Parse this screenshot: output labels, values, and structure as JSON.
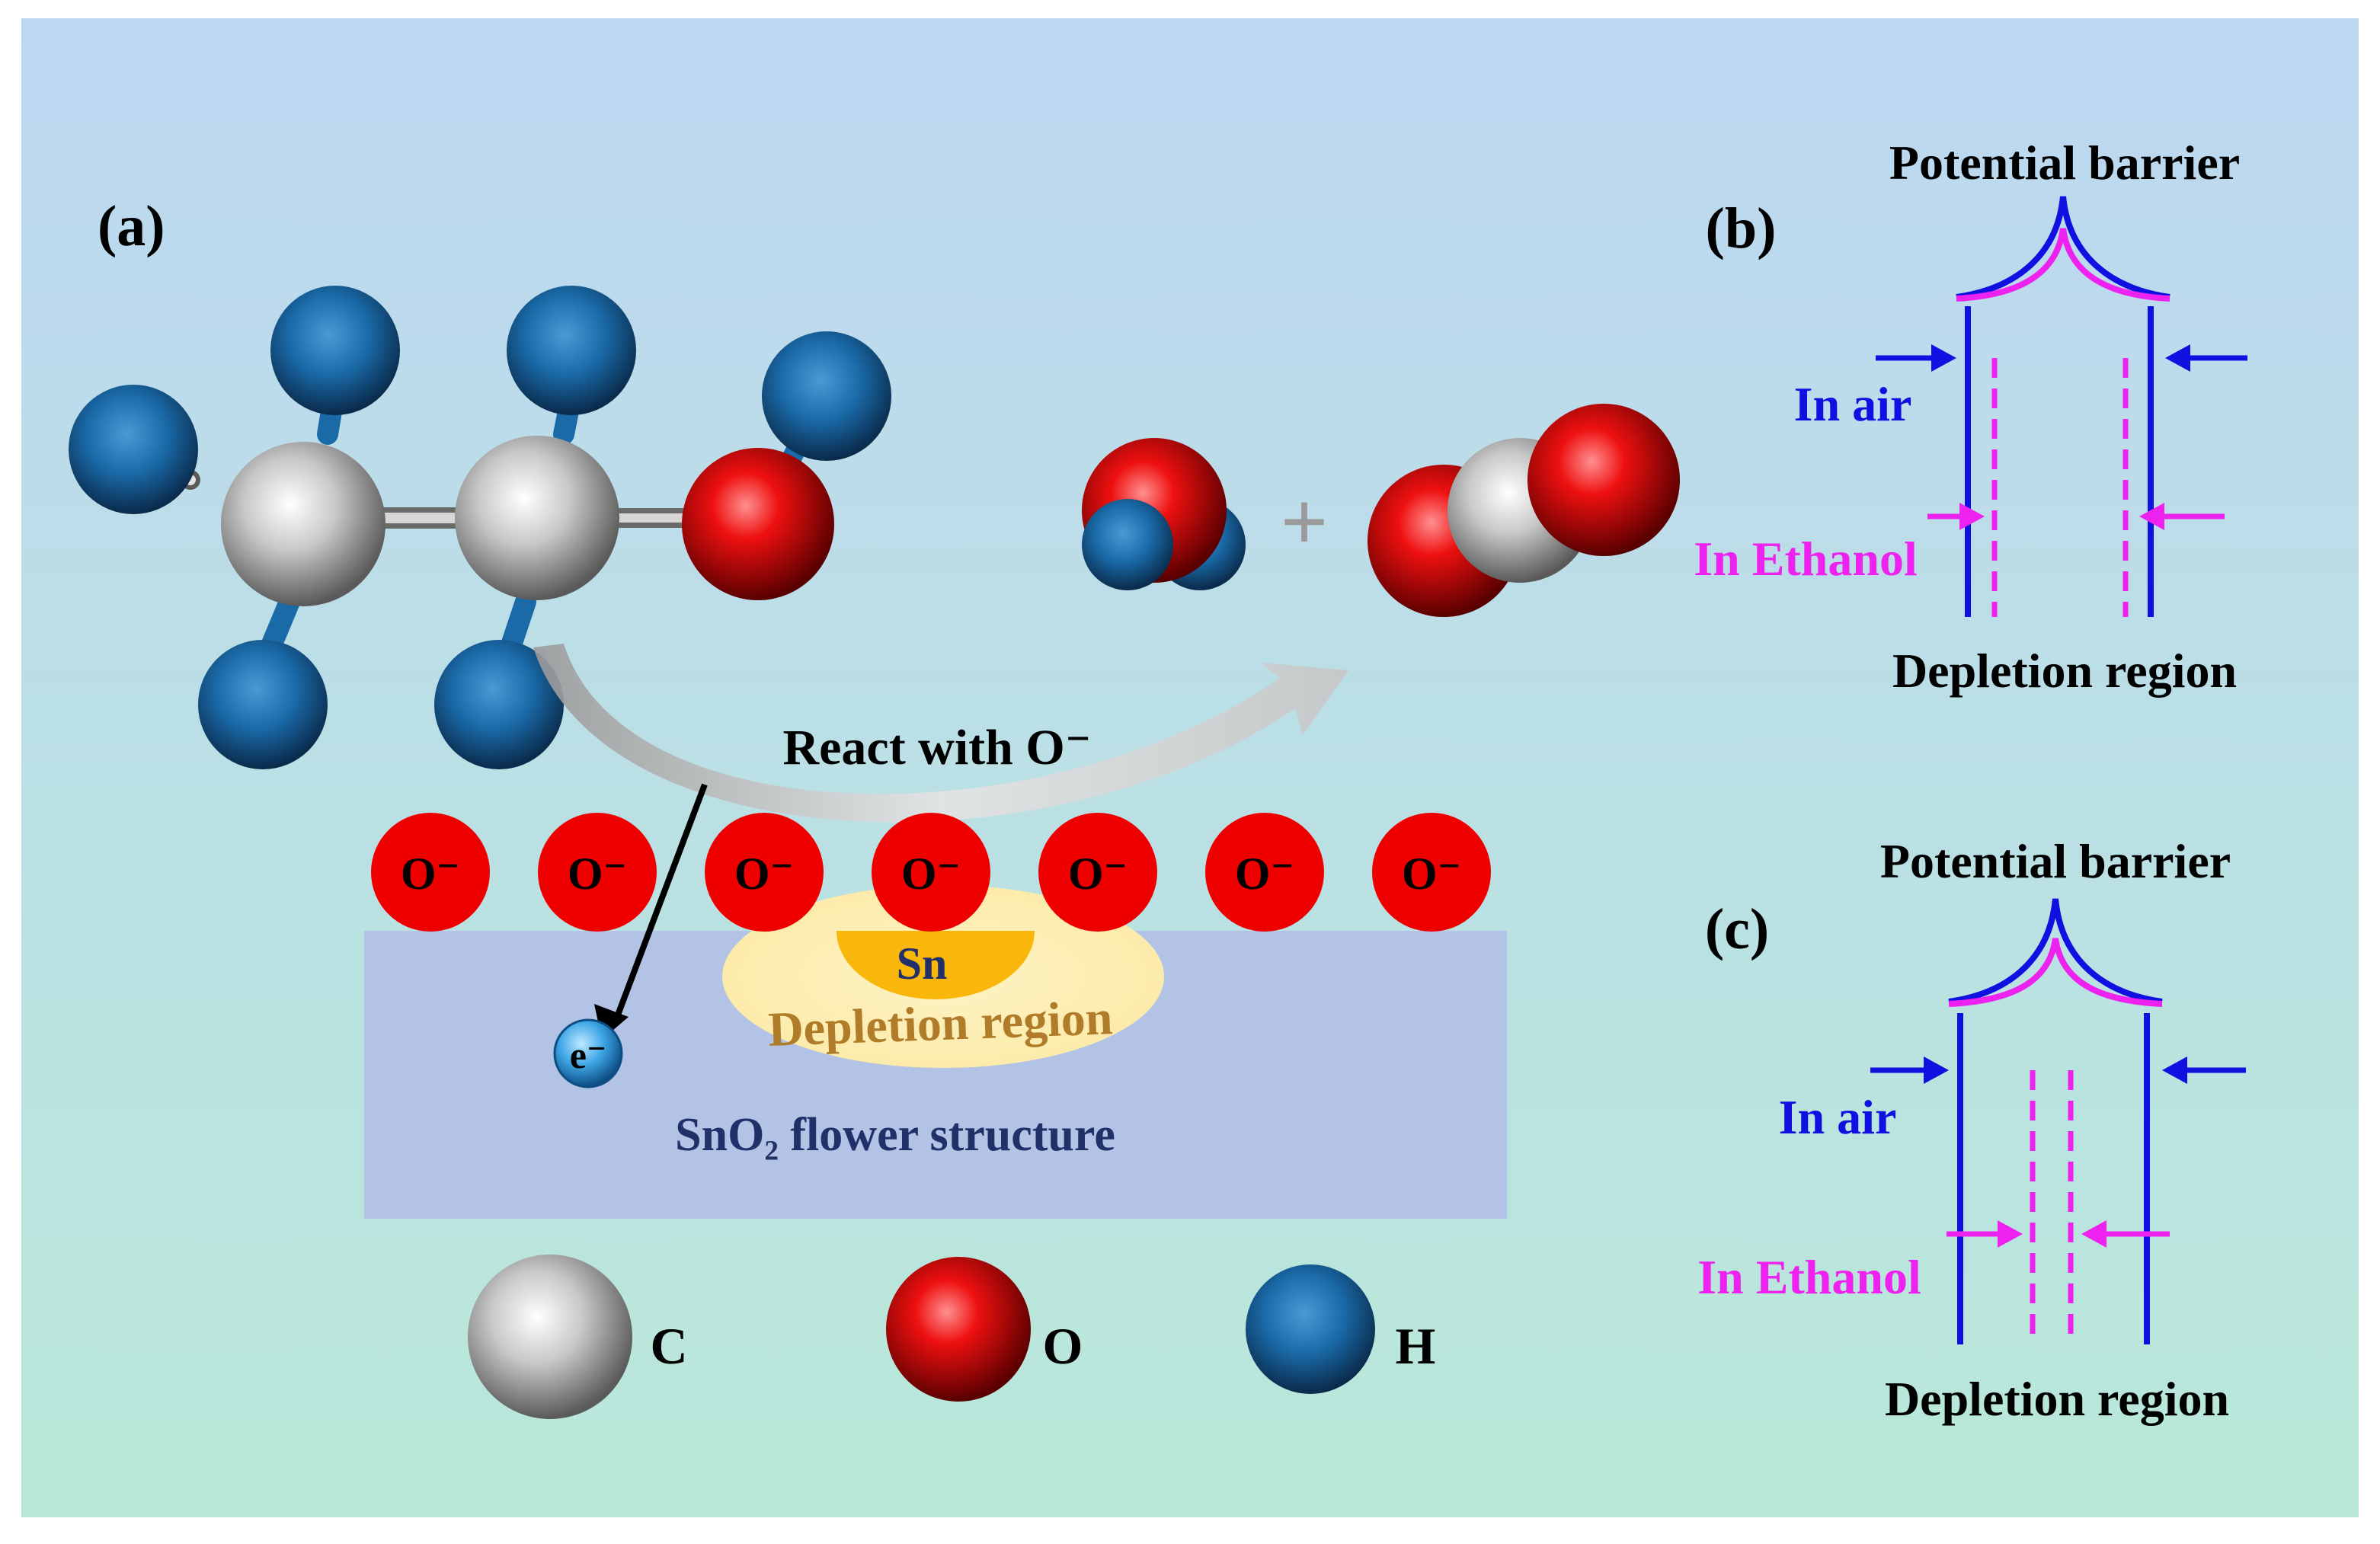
{
  "panels": {
    "a": {
      "label": "(a)",
      "reaction_text": "React with O⁻",
      "oxygen_ion_label": "O⁻",
      "oxygen_ion_count": 7,
      "electron_label": "e⁻",
      "sn_label": "Sn",
      "depletion_label": "Depletion region",
      "substrate_label": "SnO₂ flower structure",
      "plus_sign": "+",
      "legend": [
        {
          "label": "C",
          "atom": "carbon"
        },
        {
          "label": "O",
          "atom": "oxygen"
        },
        {
          "label": "H",
          "atom": "hydrogen"
        }
      ]
    },
    "b": {
      "label": "(b)",
      "title": "Potential barrier",
      "air_label": "In air",
      "ethanol_label": "In Ethanol",
      "bottom_label": "Depletion region"
    },
    "c": {
      "label": "(c)",
      "title": "Potential barrier",
      "air_label": "In air",
      "ethanol_label": "In Ethanol",
      "bottom_label": "Depletion region"
    }
  },
  "colors": {
    "background_top": "#bdd7f1",
    "background_bottom": "#b9e8d9",
    "substrate": "#b3c3e6",
    "oxygen_ion": "#ee0000",
    "depletion_glow": "#fbeeb6",
    "sn_core": "#f8b70a",
    "air_blue": "#1010e0",
    "ethanol_magenta": "#ee22ee",
    "label_navy": "#22306a",
    "depletion_text": "#b07c2a"
  }
}
